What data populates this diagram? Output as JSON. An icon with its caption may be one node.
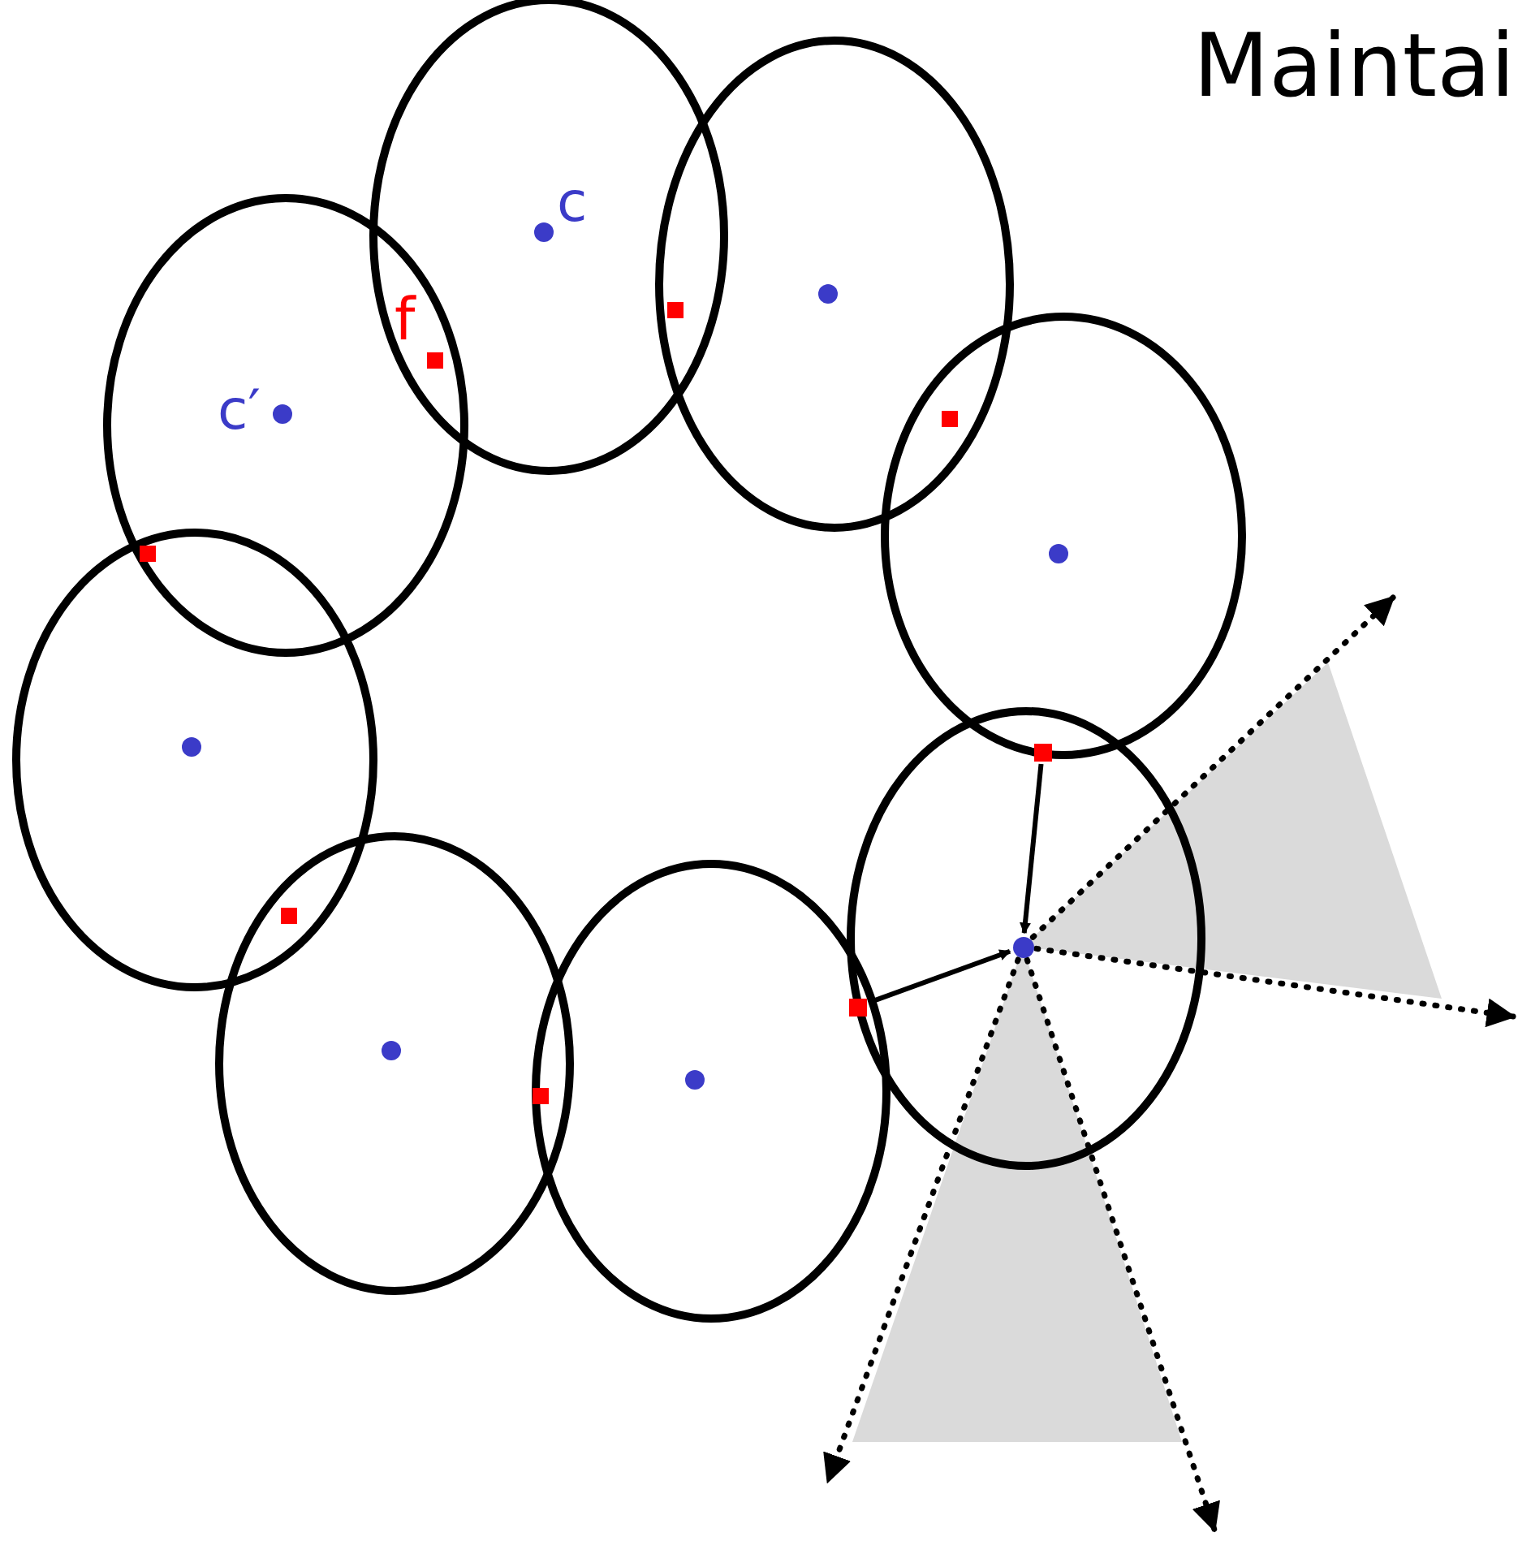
{
  "diagram": {
    "title": "Maintai",
    "nodes": [
      {
        "text": [],
        "shape": "box"
      },
      {
        "text": [],
        "shape": "box"
      },
      {
        "text": [],
        "shape": "circle"
      }
    ],
    "edges": [
      {
        "from": 0,
        "to": 2,
        "arrow": "to"
      },
      {
        "from": 1,
        "to": 2,
        "arrow": "to"
      },
      {
        "from": 2,
        "to": null,
        "arrow": "to",
        "style": "dashed"
      },
      {
        "from": 2,
        "to": null,
        "arrow": "to",
        "style": "dashed"
      },
      {
        "from": 2,
        "to": null,
        "arrow": "to",
        "style": "dashed"
      },
      {
        "from": 2,
        "to": null,
        "arrow": "to",
        "style": "dashed"
      }
    ],
    "labels": [
      "c",
      "c′",
      "f"
    ]
  }
}
